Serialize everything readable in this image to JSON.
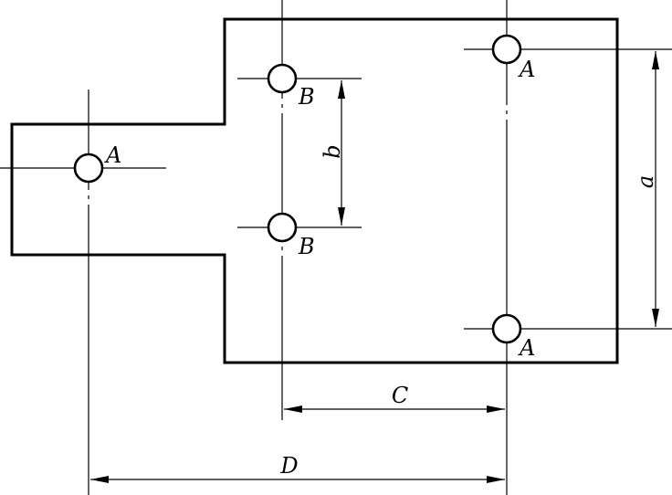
{
  "labels": {
    "hole_a": "A",
    "hole_b": "B",
    "dim_a": "a",
    "dim_b": "b",
    "dim_c": "C",
    "dim_d": "D"
  },
  "colors": {
    "line": "#000000",
    "background": "#ffffff"
  }
}
